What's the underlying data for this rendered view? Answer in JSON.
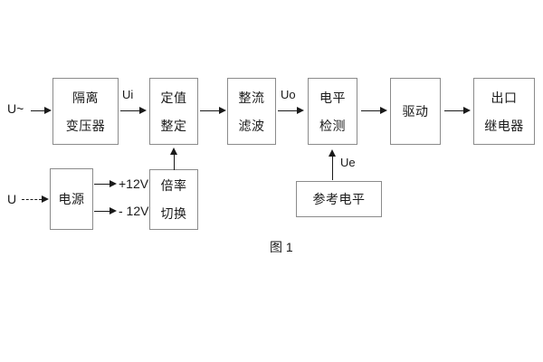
{
  "diagram": {
    "caption": "图 1",
    "blocks": [
      {
        "id": "isolation-transformer",
        "line1": "隔离",
        "line2": "变压器"
      },
      {
        "id": "setting-value",
        "line1": "定值",
        "line2": "整定"
      },
      {
        "id": "rectify-filter",
        "line1": "整流",
        "line2": "滤波"
      },
      {
        "id": "level-detection",
        "line1": "电平",
        "line2": "检测"
      },
      {
        "id": "drive",
        "line1": "驱动",
        "line2": ""
      },
      {
        "id": "output-relay",
        "line1": "出口",
        "line2": "继电器"
      },
      {
        "id": "power-supply",
        "line1": "电源",
        "line2": ""
      },
      {
        "id": "multiplier-switch",
        "line1": "倍率",
        "line2": "切换"
      },
      {
        "id": "reference-level",
        "line1": "参考电平",
        "line2": ""
      }
    ],
    "signals": {
      "input_ac": "U~",
      "input_dc": "U",
      "ui": "Ui",
      "uo": "Uo",
      "ue": "Ue",
      "rail_positive": "+12V",
      "rail_negative": "- 12V"
    },
    "colors": {
      "box_border": "#8b8b8b",
      "line": "#1a1a1a",
      "text": "#1a1a1a",
      "background": "#ffffff"
    }
  }
}
